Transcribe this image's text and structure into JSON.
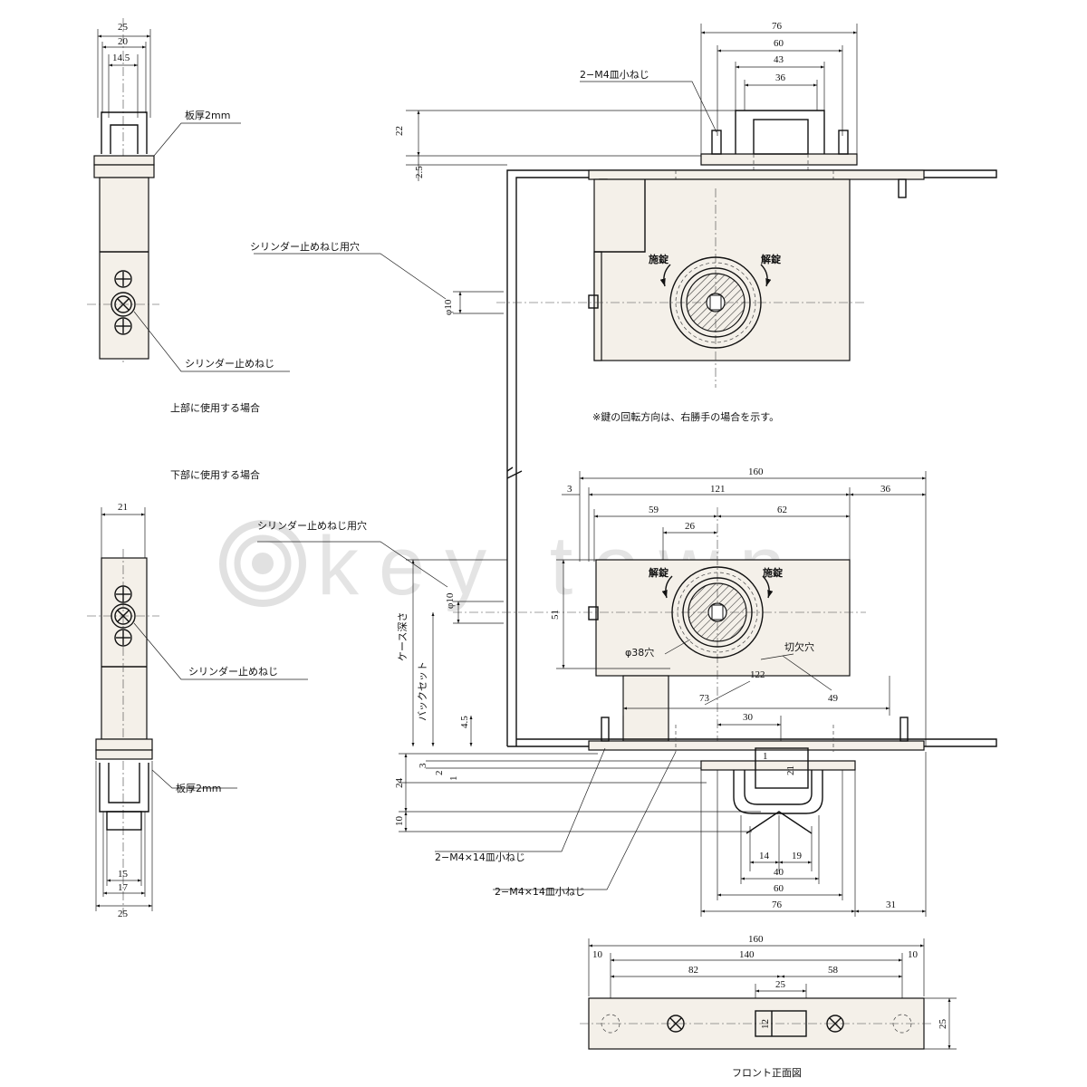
{
  "labels": {
    "plate_thickness_top": "板厚2mm",
    "plate_thickness_bottom": "板厚2mm",
    "m4_flat_screw": "2−M4皿小ねじ",
    "cyl_screw_hole_top": "シリンダー止めねじ用穴",
    "cyl_screw_top": "シリンダー止めねじ",
    "use_upper": "上部に使用する場合",
    "use_lower": "下部に使用する場合",
    "cyl_screw_hole_bottom": "シリンダー止めねじ用穴",
    "cyl_screw_bottom": "シリンダー止めねじ",
    "note_rotation": "※鍵の回転方向は、右勝手の場合を示す。",
    "lock_top_left": "施錠",
    "unlock_top_right": "解錠",
    "unlock_bottom_left": "解錠",
    "lock_bottom_right": "施錠",
    "hole_38": "φ38穴",
    "cutout_hole": "切欠穴",
    "case_depth": "ケース深さ",
    "backset": "バックセット",
    "m4x14_screw_1": "2−M4×14皿小ねじ",
    "m4x14_screw_2": "2−M4×14皿小ねじ",
    "front_view": "フロント正面図",
    "watermark": "key town"
  },
  "dims": {
    "top_left": {
      "w25": "25",
      "w20": "20",
      "w14_5": "14.5"
    },
    "top_right": {
      "w76": "76",
      "w60": "60",
      "w43": "43",
      "w36": "36",
      "h22": "22",
      "h2_5": "2.5",
      "phi10": "φ10"
    },
    "bottom_left": {
      "w21": "21",
      "w15": "15",
      "w17": "17",
      "w25": "25"
    },
    "bottom_right": {
      "w160": "160",
      "w3": "3",
      "w121": "121",
      "w36": "36",
      "w59": "59",
      "w62": "62",
      "w26": "26",
      "phi10": "φ10",
      "h51": "51",
      "w122": "122",
      "w73": "73",
      "w49": "49",
      "w30": "30",
      "h4_5": "4.5",
      "h3": "3",
      "h2": "2",
      "h1": "1",
      "h24": "24",
      "h10": "10",
      "w1": "1",
      "h21": "21",
      "w14": "14",
      "w19": "19",
      "w40": "40",
      "w60": "60",
      "w76": "76",
      "w31": "31"
    },
    "front": {
      "w160": "160",
      "w10a": "10",
      "w140": "140",
      "w10b": "10",
      "w82": "82",
      "w58": "58",
      "w25": "25",
      "h12": "12",
      "h25": "25"
    }
  }
}
